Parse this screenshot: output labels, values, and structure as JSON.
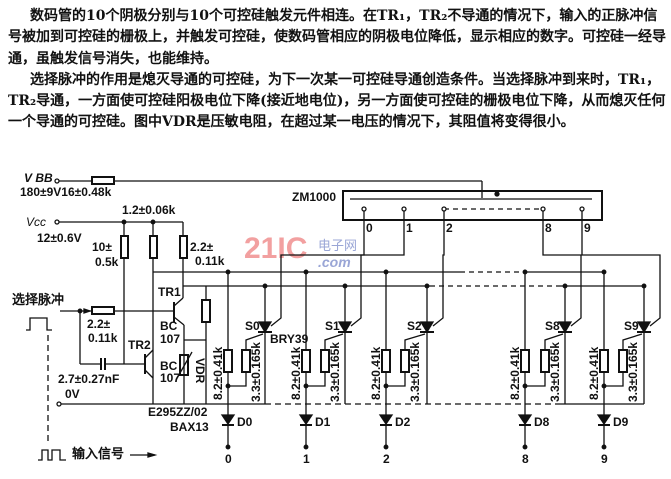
{
  "text": {
    "paragraph1": "数码管的10个阴极分别与10个可控硅触发元件相连。在TR₁，TR₂不导通的情况下，输入的正脉冲信号被加到可控硅的栅极上，并触发可控硅，使数码管相应的阴极电位降低，显示相应的数字。可控硅一经导通，虽触发信号消失，也能维持。",
    "paragraph2": "选择脉冲的作用是熄灭导通的可控硅，为下一次某一可控硅导通创造条件。当选择脉冲到来时，TR₁，TR₂导通，一方面使可控硅阳极电位下降(接近地电位)，另一方面使可控硅的栅极电位下降，从而熄灭任何一个导通的可控硅。图中VDR是压敏电阻，在超过某一电压的情况下，其阻值将变得很小。"
  },
  "circuit": {
    "vbb_label": "V BB",
    "vbb_value": "180±9V16±0.48k",
    "vcc_label": "Vcc",
    "vcc_value": "12±0.6V",
    "r_top": "1.2±0.06k",
    "r_10a": "10±",
    "r_10b": "0.5k",
    "r_22a": "2.2±",
    "r_22b": "0.11k",
    "tube": "ZM1000",
    "tr1": "TR1",
    "tr2": "TR2",
    "tr1_type_a": "BC",
    "tr1_type_b": "107",
    "tr2_type_a": "BC",
    "tr2_type_b": "107",
    "select_pulse": "选择脉冲",
    "r_in_a": "2.2±",
    "r_in_b": "0.11k",
    "cap": "2.7±0.27nF",
    "zero_v": "0V",
    "vdr": "VDR",
    "vdr_type": "E295ZZ/02",
    "diode_type": "BAX13",
    "scr_type": "BRY39",
    "input_signal": "输入信号",
    "watermark_main": "21IC",
    "watermark_sub": "电子网",
    "watermark_com": ".com",
    "channels": [
      {
        "digit": "0",
        "scr": "S0",
        "diode": "D0",
        "r1": "8.2±0.41k",
        "r2": "3.3±0.165k"
      },
      {
        "digit": "1",
        "scr": "S1",
        "diode": "D1",
        "r1": "8.2±0.41k",
        "r2": "3.3±0.165k"
      },
      {
        "digit": "2",
        "scr": "S2",
        "diode": "D2",
        "r1": "8.2±0.41k",
        "r2": "3.3±0.165k"
      },
      {
        "digit": "8",
        "scr": "S8",
        "diode": "D8",
        "r1": "8.2±0.41k",
        "r2": "3.3±0.165k"
      },
      {
        "digit": "9",
        "scr": "S9",
        "diode": "D9",
        "r1": "8.2±0.41k",
        "r2": "3.3±0.165k"
      }
    ],
    "watermark_color": "#f08a8a",
    "watermark_sub_color": "#8a9ad0"
  }
}
